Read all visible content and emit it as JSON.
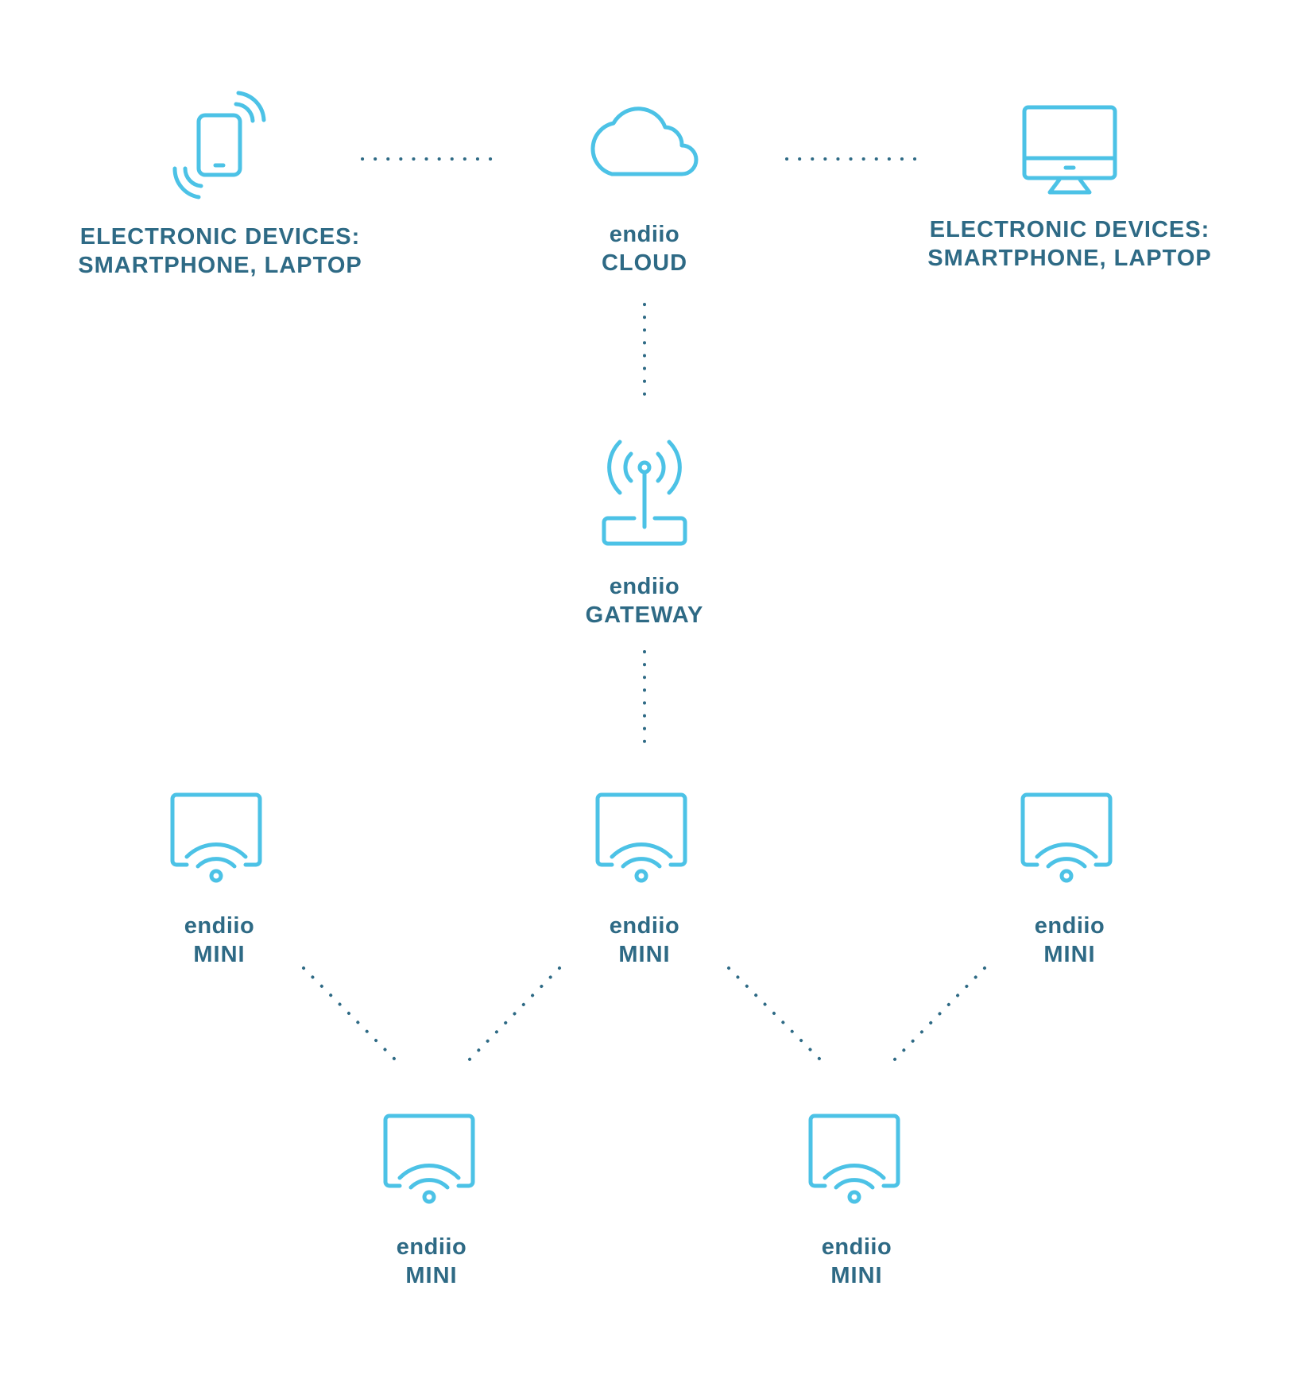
{
  "nodes": {
    "devices_left": {
      "line1": "ELECTRONIC DEVICES:",
      "line2": "SMARTPHONE, LAPTOP",
      "icon": "smartphone-signal-icon"
    },
    "cloud": {
      "brand": "endiio",
      "name": "CLOUD",
      "icon": "cloud-icon"
    },
    "devices_right": {
      "line1": "ELECTRONIC DEVICES:",
      "line2": "SMARTPHONE, LAPTOP",
      "icon": "desktop-monitor-icon"
    },
    "gateway": {
      "brand": "endiio",
      "name": "GATEWAY",
      "icon": "antenna-gateway-icon"
    },
    "minis": [
      {
        "brand": "endiio",
        "name": "MINI",
        "icon": "wifi-device-icon"
      },
      {
        "brand": "endiio",
        "name": "MINI",
        "icon": "wifi-device-icon"
      },
      {
        "brand": "endiio",
        "name": "MINI",
        "icon": "wifi-device-icon"
      },
      {
        "brand": "endiio",
        "name": "MINI",
        "icon": "wifi-device-icon"
      },
      {
        "brand": "endiio",
        "name": "MINI",
        "icon": "wifi-device-icon"
      }
    ]
  },
  "colors": {
    "icon": "#4cc2e6",
    "text": "#2e6a85",
    "connector": "#2e6a85",
    "background": "#ffffff"
  }
}
